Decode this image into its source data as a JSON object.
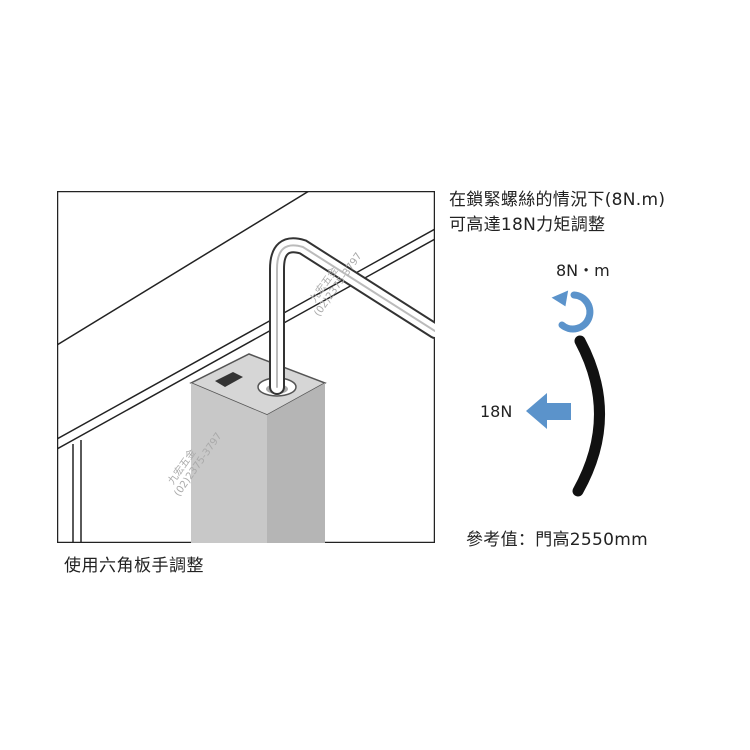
{
  "illustration": {
    "caption": "使用六角板手調整",
    "watermark": {
      "shop_name": "九宏五金",
      "phone": "(02)2375-3797"
    }
  },
  "description": {
    "line1": "在鎖緊螺絲的情況下(8N.m)",
    "line2": "可高達18N力矩調整"
  },
  "force_diagram": {
    "torque_label": "8N・m",
    "force_label": "18N",
    "arrow_color": "#5b93cb",
    "arrow_icon": "rotate-clockwise-arrow",
    "force_icon": "left-arrow"
  },
  "reference_note": "參考值：門高2550mm"
}
